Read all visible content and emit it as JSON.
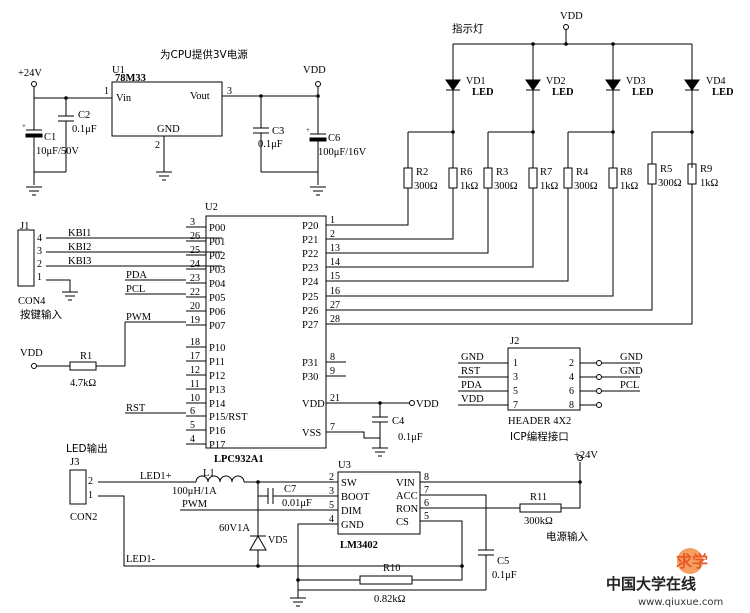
{
  "supply": {
    "title": "为CPU提供3V电源",
    "plus24v": "+24V",
    "vdd_label": "VDD",
    "gnd_pin": "GND"
  },
  "u1": {
    "ref": "U1",
    "part": "78M33",
    "vin": "Vin",
    "vout": "Vout",
    "gnd": "GND",
    "pin1": "1",
    "pin2": "2",
    "pin3": "3"
  },
  "caps": {
    "c1_ref": "C1",
    "c1_val": "10μF/50V",
    "c2_ref": "C2",
    "c2_val": "0.1μF",
    "c3_ref": "C3",
    "c3_val": "0.1μF",
    "c6_ref": "C6",
    "c6_val": "100μF/16V",
    "c4_ref": "C4",
    "c4_val": "0.1μF",
    "c7_ref": "C7",
    "c7_val": "0.01μF",
    "c5_ref": "C5",
    "c5_val": "0.1μF"
  },
  "indicator": {
    "title": "指示灯",
    "vdd": "VDD",
    "leds": [
      {
        "ref": "VD1",
        "label": "LED"
      },
      {
        "ref": "VD2",
        "label": "LED"
      },
      {
        "ref": "VD3",
        "label": "LED"
      },
      {
        "ref": "VD4",
        "label": "LED"
      }
    ],
    "resistors": [
      {
        "ref": "R2",
        "val": "300Ω"
      },
      {
        "ref": "R6",
        "val": "1kΩ"
      },
      {
        "ref": "R3",
        "val": "300Ω"
      },
      {
        "ref": "R7",
        "val": "1kΩ"
      },
      {
        "ref": "R4",
        "val": "300Ω"
      },
      {
        "ref": "R8",
        "val": "1kΩ"
      },
      {
        "ref": "R5",
        "val": "300Ω"
      },
      {
        "ref": "R9",
        "val": "1kΩ"
      }
    ]
  },
  "j1": {
    "ref": "J1",
    "name": "CON4",
    "caption": "按键输入",
    "pins": [
      "4",
      "3",
      "2",
      "1"
    ],
    "nets": [
      "KBI1",
      "KBI2",
      "KBI3"
    ]
  },
  "u2": {
    "ref": "U2",
    "part": "LPC932A1",
    "left_pins": [
      {
        "name": "P00",
        "num": "3"
      },
      {
        "name": "P01",
        "num": "26"
      },
      {
        "name": "P02",
        "num": "25"
      },
      {
        "name": "P03",
        "num": "24"
      },
      {
        "name": "P04",
        "num": "23"
      },
      {
        "name": "P05",
        "num": "22"
      },
      {
        "name": "P06",
        "num": "20"
      },
      {
        "name": "P07",
        "num": "19"
      },
      {
        "name": "P10",
        "num": "18"
      },
      {
        "name": "P11",
        "num": "17"
      },
      {
        "name": "P12",
        "num": "12"
      },
      {
        "name": "P13",
        "num": "11"
      },
      {
        "name": "P14",
        "num": "10"
      },
      {
        "name": "P15/RST",
        "num": "6"
      },
      {
        "name": "P16",
        "num": "5"
      },
      {
        "name": "P17",
        "num": "4"
      }
    ],
    "right_pins": [
      {
        "name": "P20",
        "num": "1"
      },
      {
        "name": "P21",
        "num": "2"
      },
      {
        "name": "P22",
        "num": "13"
      },
      {
        "name": "P23",
        "num": "14"
      },
      {
        "name": "P24",
        "num": "15"
      },
      {
        "name": "P25",
        "num": "16"
      },
      {
        "name": "P26",
        "num": "27"
      },
      {
        "name": "P27",
        "num": "28"
      },
      {
        "name": "P31",
        "num": "8"
      },
      {
        "name": "P30",
        "num": "9"
      },
      {
        "name": "VDD",
        "num": "21"
      },
      {
        "name": "VSS",
        "num": "7"
      }
    ],
    "nets": {
      "pda": "PDA",
      "pcl": "PCL",
      "pwm": "PWM",
      "rst": "RST",
      "vdd": "VDD"
    }
  },
  "r1": {
    "ref": "R1",
    "val": "4.7kΩ",
    "vdd": "VDD"
  },
  "j2": {
    "ref": "J2",
    "part": "HEADER 4X2",
    "caption": "ICP编程接口",
    "left": [
      {
        "net": "GND",
        "num": "1"
      },
      {
        "net": "RST",
        "num": "3"
      },
      {
        "net": "PDA",
        "num": "5"
      },
      {
        "net": "VDD",
        "num": "7"
      }
    ],
    "right": [
      {
        "net": "GND",
        "num": "2"
      },
      {
        "net": "GND",
        "num": "4"
      },
      {
        "net": "PCL",
        "num": "6"
      },
      {
        "net": "",
        "num": "8"
      }
    ]
  },
  "j3": {
    "ref": "J3",
    "name": "CON2",
    "caption": "LED输出",
    "pin1": "1",
    "pin2": "2",
    "led_plus": "LED1+",
    "led_minus": "LED1-"
  },
  "l1": {
    "ref": "L1",
    "val": "100μH/1A"
  },
  "vd5": {
    "ref": "VD5",
    "val": "60V1A"
  },
  "u3": {
    "ref": "U3",
    "part": "LM3402",
    "left": [
      {
        "name": "SW",
        "num": "2"
      },
      {
        "name": "BOOT",
        "num": "3"
      },
      {
        "name": "DIM",
        "num": "5"
      },
      {
        "name": "GND",
        "num": "4"
      }
    ],
    "right": [
      {
        "name": "VIN",
        "num": "8"
      },
      {
        "name": "ACC",
        "num": "7"
      },
      {
        "name": "RON",
        "num": "6"
      },
      {
        "name": "CS",
        "num": "5"
      }
    ],
    "pwm": "PWM"
  },
  "r11": {
    "ref": "R11",
    "val": "300kΩ"
  },
  "r10": {
    "ref": "R10",
    "val": "0.82kΩ"
  },
  "power_in": {
    "label": "+24V",
    "caption": "电源输入"
  },
  "watermark": {
    "site": "中国大学在线",
    "url": "www.qiuxue.com",
    "logo": "求学"
  }
}
